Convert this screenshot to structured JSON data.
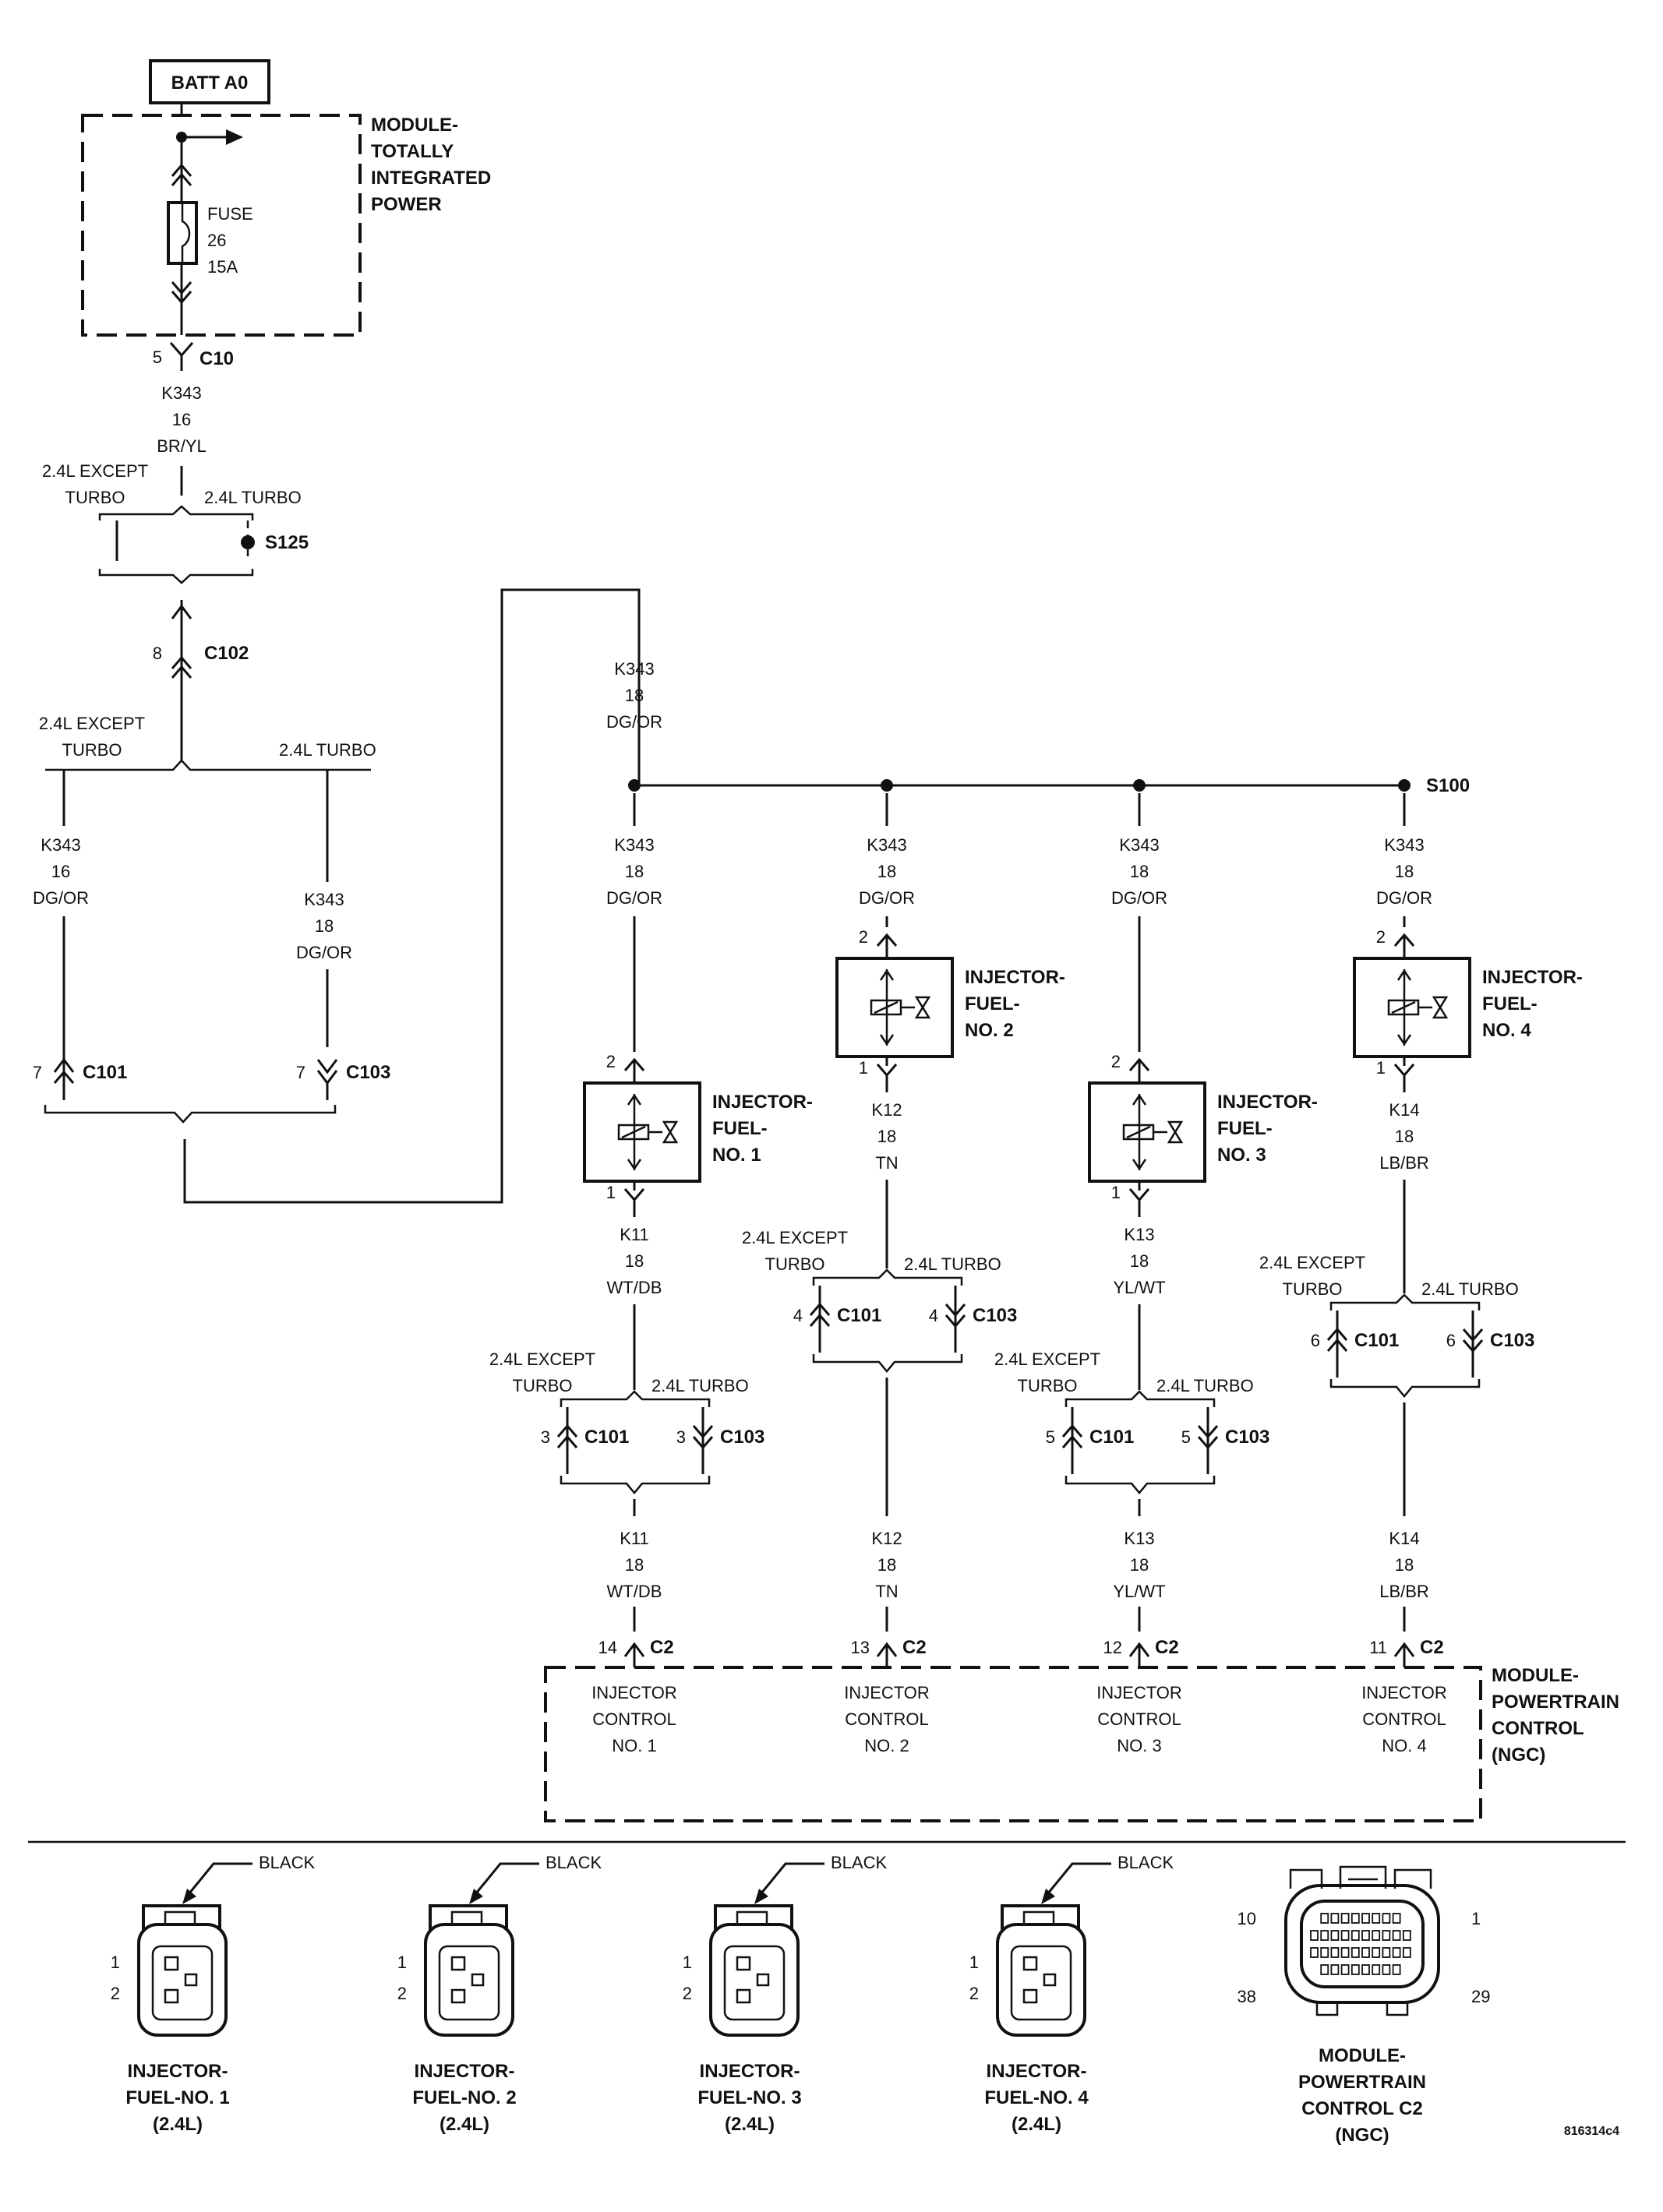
{
  "battery": {
    "label": "BATT A0"
  },
  "tipm": {
    "title": [
      "MODULE-",
      "TOTALLY",
      "INTEGRATED",
      "POWER"
    ],
    "fuse": [
      "FUSE",
      "26",
      "15A"
    ],
    "pin": "5",
    "connector": "C10"
  },
  "feed_wire": [
    "K343",
    "16",
    "BR/YL"
  ],
  "splice_s125": {
    "left_label": [
      "2.4L EXCEPT",
      "TURBO"
    ],
    "right_label": "2.4L TURBO",
    "splice": "S125"
  },
  "c102": {
    "pin": "8",
    "connector": "C102"
  },
  "branch_main": {
    "left_label": [
      "2.4L EXCEPT",
      "TURBO"
    ],
    "right_label": "2.4L TURBO"
  },
  "left_wire": [
    "K343",
    "16",
    "DG/OR"
  ],
  "right_wire": [
    "K343",
    "18",
    "DG/OR"
  ],
  "c101_main": {
    "pin": "7",
    "connector": "C101"
  },
  "c103_main": {
    "pin": "7",
    "connector": "C103"
  },
  "riser_wire": [
    "K343",
    "18",
    "DG/OR"
  ],
  "splice_s100": "S100",
  "injectors": [
    {
      "feed": [
        "K343",
        "18",
        "DG/OR"
      ],
      "pin_in": "2",
      "pin_out": "1",
      "name": [
        "INJECTOR-",
        "FUEL-",
        "NO. 1"
      ],
      "out_wire": [
        "K11",
        "18",
        "WT/DB"
      ],
      "variant": {
        "left": [
          "2.4L EXCEPT",
          "TURBO"
        ],
        "right": "2.4L TURBO"
      },
      "c101": {
        "pin": "3",
        "connector": "C101"
      },
      "c103": {
        "pin": "3",
        "connector": "C103"
      },
      "pcm_wire": [
        "K11",
        "18",
        "WT/DB"
      ],
      "pcm_pin": "14",
      "pcm_conn": "C2",
      "pcm_label": [
        "INJECTOR",
        "CONTROL",
        "NO. 1"
      ]
    },
    {
      "feed": [
        "K343",
        "18",
        "DG/OR"
      ],
      "pin_in": "2",
      "pin_out": "1",
      "name": [
        "INJECTOR-",
        "FUEL-",
        "NO. 2"
      ],
      "out_wire": [
        "K12",
        "18",
        "TN"
      ],
      "variant": {
        "left": [
          "2.4L EXCEPT",
          "TURBO"
        ],
        "right": "2.4L TURBO"
      },
      "c101": {
        "pin": "4",
        "connector": "C101"
      },
      "c103": {
        "pin": "4",
        "connector": "C103"
      },
      "pcm_wire": [
        "K12",
        "18",
        "TN"
      ],
      "pcm_pin": "13",
      "pcm_conn": "C2",
      "pcm_label": [
        "INJECTOR",
        "CONTROL",
        "NO. 2"
      ]
    },
    {
      "feed": [
        "K343",
        "18",
        "DG/OR"
      ],
      "pin_in": "2",
      "pin_out": "1",
      "name": [
        "INJECTOR-",
        "FUEL-",
        "NO. 3"
      ],
      "out_wire": [
        "K13",
        "18",
        "YL/WT"
      ],
      "variant": {
        "left": [
          "2.4L EXCEPT",
          "TURBO"
        ],
        "right": "2.4L TURBO"
      },
      "c101": {
        "pin": "5",
        "connector": "C101"
      },
      "c103": {
        "pin": "5",
        "connector": "C103"
      },
      "pcm_wire": [
        "K13",
        "18",
        "YL/WT"
      ],
      "pcm_pin": "12",
      "pcm_conn": "C2",
      "pcm_label": [
        "INJECTOR",
        "CONTROL",
        "NO. 3"
      ]
    },
    {
      "feed": [
        "K343",
        "18",
        "DG/OR"
      ],
      "pin_in": "2",
      "pin_out": "1",
      "name": [
        "INJECTOR-",
        "FUEL-",
        "NO. 4"
      ],
      "out_wire": [
        "K14",
        "18",
        "LB/BR"
      ],
      "variant": {
        "left": [
          "2.4L EXCEPT",
          "TURBO"
        ],
        "right": "2.4L TURBO"
      },
      "c101": {
        "pin": "6",
        "connector": "C101"
      },
      "c103": {
        "pin": "6",
        "connector": "C103"
      },
      "pcm_wire": [
        "K14",
        "18",
        "LB/BR"
      ],
      "pcm_pin": "11",
      "pcm_conn": "C2",
      "pcm_label": [
        "INJECTOR",
        "CONTROL",
        "NO. 4"
      ]
    }
  ],
  "pcm": {
    "title": [
      "MODULE-",
      "POWERTRAIN",
      "CONTROL",
      "(NGC)"
    ]
  },
  "connector_views": [
    {
      "color": "BLACK",
      "pins": [
        "1",
        "2"
      ],
      "title": [
        "INJECTOR-",
        "FUEL-NO. 1",
        "(2.4L)"
      ]
    },
    {
      "color": "BLACK",
      "pins": [
        "1",
        "2"
      ],
      "title": [
        "INJECTOR-",
        "FUEL-NO. 2",
        "(2.4L)"
      ]
    },
    {
      "color": "BLACK",
      "pins": [
        "1",
        "2"
      ],
      "title": [
        "INJECTOR-",
        "FUEL-NO. 3",
        "(2.4L)"
      ]
    },
    {
      "color": "BLACK",
      "pins": [
        "1",
        "2"
      ],
      "title": [
        "INJECTOR-",
        "FUEL-NO. 4",
        "(2.4L)"
      ]
    }
  ],
  "pcm_connector": {
    "pins": {
      "top_left": "10",
      "top_right": "1",
      "bottom_left": "38",
      "bottom_right": "29"
    },
    "title": [
      "MODULE-",
      "POWERTRAIN",
      "CONTROL C2",
      "(NGC)"
    ]
  },
  "figure_id": "816314c4"
}
